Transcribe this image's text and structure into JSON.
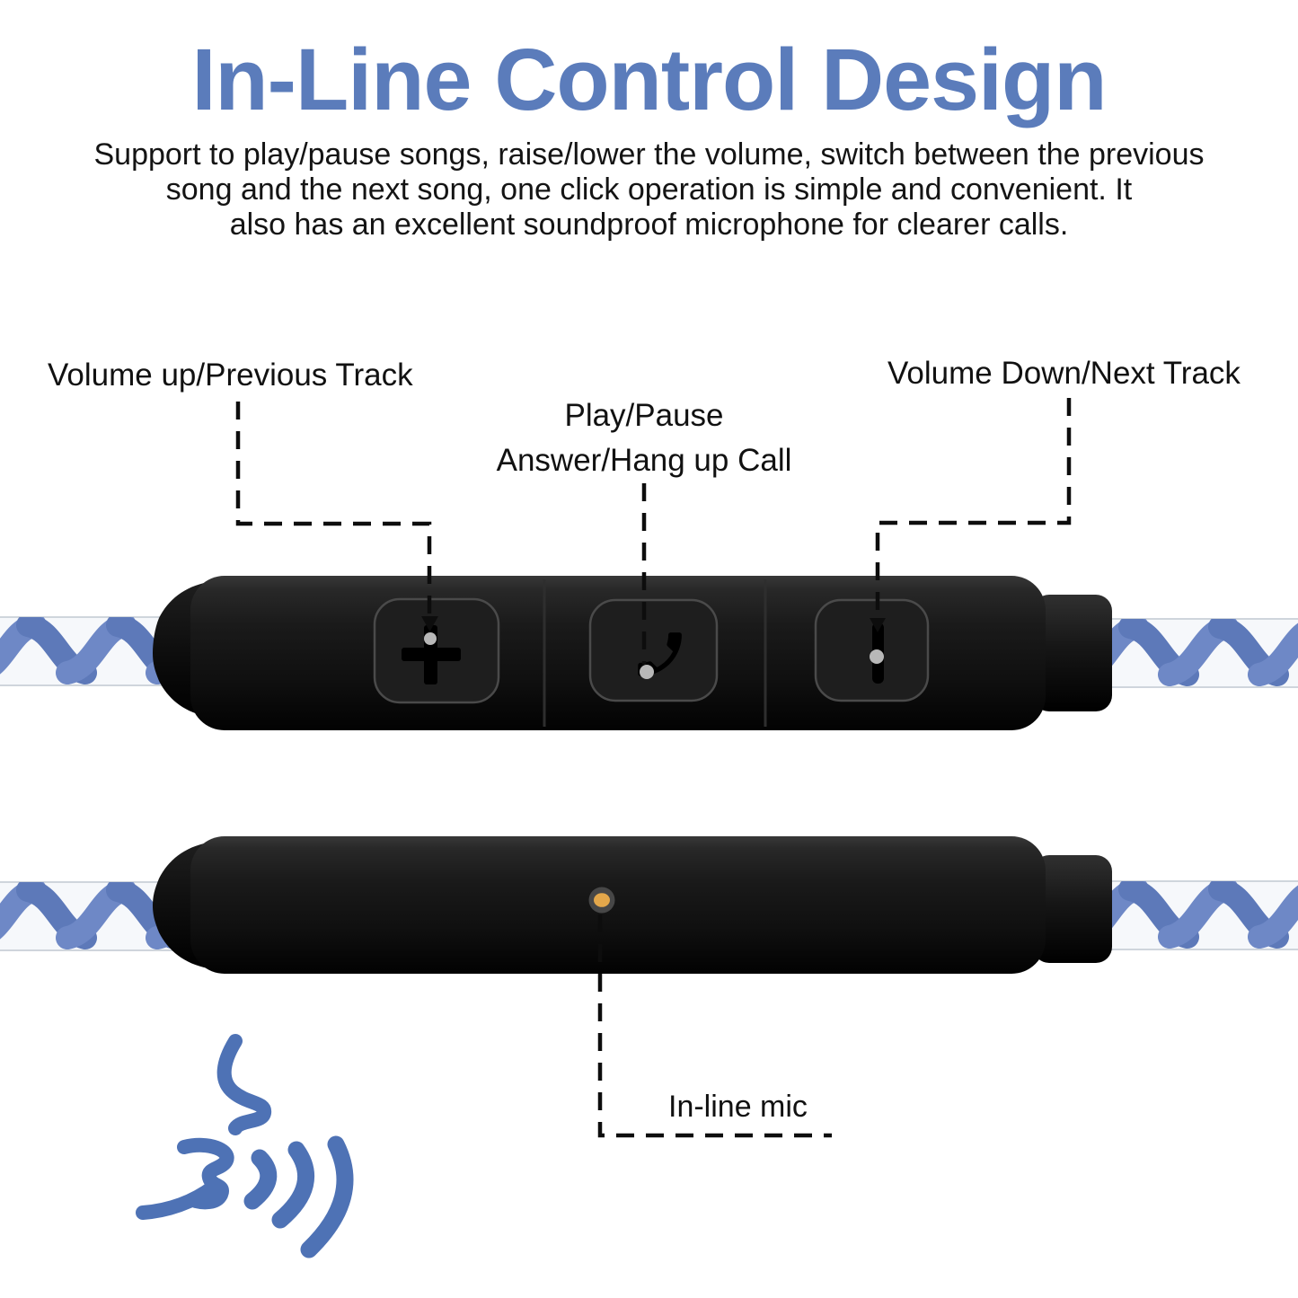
{
  "title": "In-Line Control Design",
  "description_lines": [
    "Support to play/pause songs, raise/lower the volume, switch between the previous",
    "song and the next song, one click operation is simple and convenient. It",
    "also has an excellent soundproof microphone for clearer calls."
  ],
  "labels": {
    "volume_up": "Volume up/Previous Track",
    "play_pause": "Play/Pause",
    "answer_call": "Answer/Hang up Call",
    "volume_down": "Volume Down/Next Track",
    "inline_mic": "In-line mic"
  },
  "icons": {
    "volume_up_button": "plus-icon",
    "play_pause_button": "phone-handset-icon",
    "volume_down_button": "minus-icon",
    "microphone": "mic-hole-dot",
    "speech": "speaking-face-icon"
  },
  "colors": {
    "title_blue": "#5b7cbb",
    "icon_blue": "#4e72b5",
    "cable_blue": "#6e88c6",
    "cable_blue_dark": "#5d79b9",
    "remote_black": "#141414",
    "mic_gold": "#e3a74b",
    "callout_dot_gray": "#b8b8b8",
    "text_black": "#141414"
  }
}
